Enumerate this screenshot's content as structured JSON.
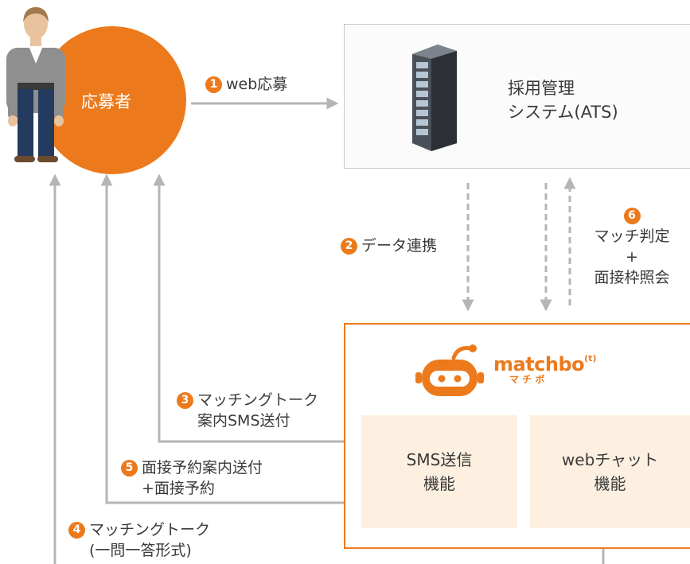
{
  "applicant": {
    "label": "応募者"
  },
  "ats": {
    "line1": "採用管理",
    "line2": "システム(ATS)"
  },
  "steps": {
    "s1": {
      "num": "1",
      "text": "web応募"
    },
    "s2": {
      "num": "2",
      "text": "データ連携"
    },
    "s3": {
      "num": "3",
      "line1": "マッチングトーク",
      "line2": "案内SMS送付"
    },
    "s4": {
      "num": "4",
      "line1": "マッチングトーク",
      "line2": "(一問一答形式)"
    },
    "s5": {
      "num": "5",
      "line1": "面接予約案内送付",
      "line2": "+面接予約"
    },
    "s6": {
      "num": "6",
      "line1": "マッチ判定",
      "line2": "+",
      "line3": "面接枠照会"
    }
  },
  "matchbo": {
    "logo_text": "matchbo",
    "logo_sup": "(t)",
    "logo_kana": "マ チ ボ"
  },
  "functions": {
    "sms": {
      "line1": "SMS送信",
      "line2": "機能"
    },
    "web": {
      "line1": "webチャット",
      "line2": "機能"
    }
  },
  "colors": {
    "accent": "#ec7a1c",
    "arrow": "#b5b5b5",
    "panel": "#fdf0e0",
    "border": "#c9c9c9"
  }
}
